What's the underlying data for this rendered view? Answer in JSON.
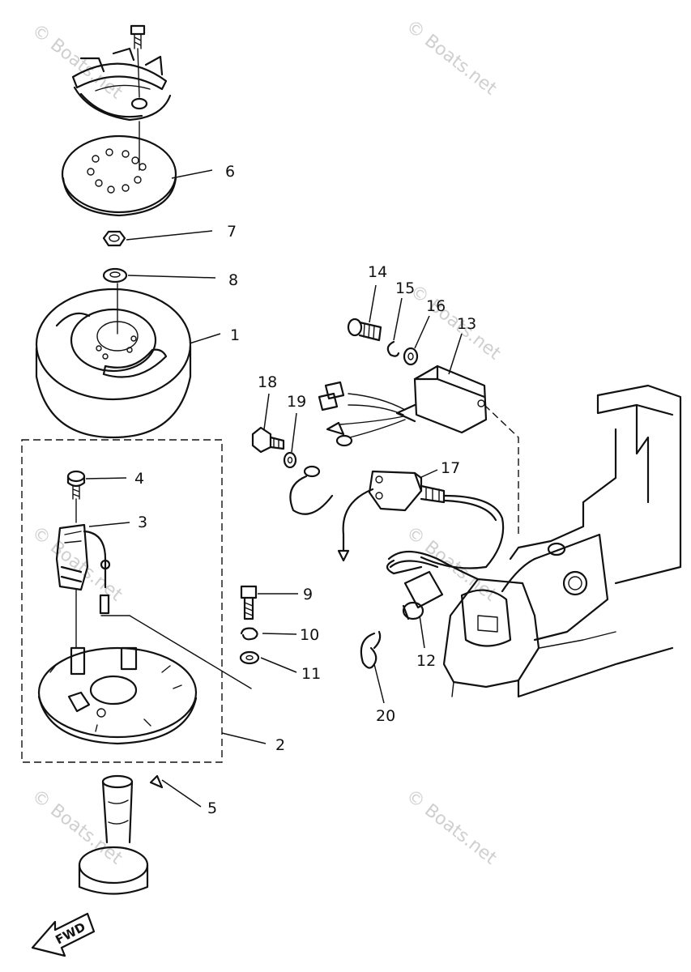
{
  "diagram": {
    "part_numbers": {
      "p1": "1",
      "p2": "2",
      "p3": "3",
      "p4": "4",
      "p5": "5",
      "p6": "6",
      "p7": "7",
      "p8": "8",
      "p9": "9",
      "p10": "10",
      "p11": "11",
      "p12": "12",
      "p13": "13",
      "p14": "14",
      "p15": "15",
      "p16": "16",
      "p17": "17",
      "p18": "18",
      "p19": "19",
      "p20": "20"
    },
    "watermark": "© Boats.net",
    "direction_label": "FWD"
  }
}
